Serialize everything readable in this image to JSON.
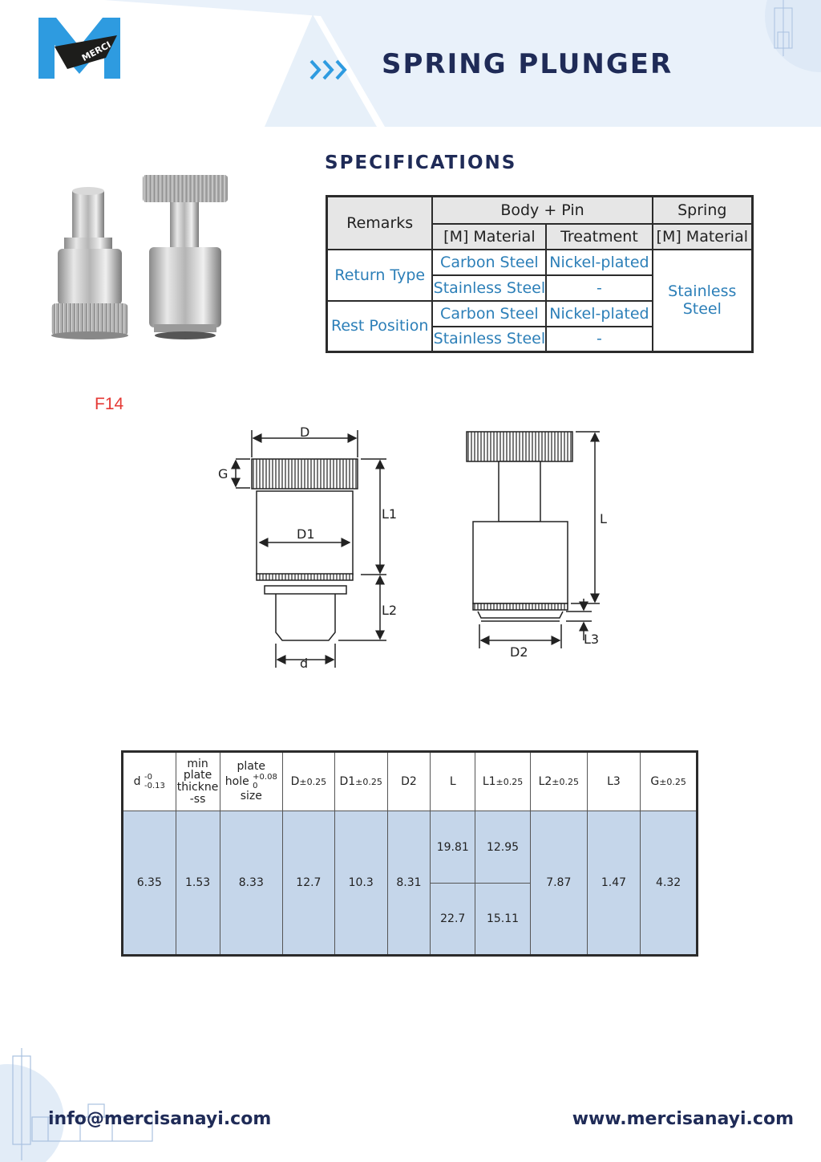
{
  "header": {
    "title": "SPRING PLUNGER",
    "logo_text": "MERCI",
    "band_color": "#e9f1fa",
    "title_color": "#1f2b57"
  },
  "specs": {
    "heading": "SPECIFICATIONS",
    "header_row1": {
      "remarks": "Remarks",
      "body_pin": "Body + Pin",
      "spring": "Spring"
    },
    "header_row2": {
      "material": "[M] Material",
      "treatment": "Treatment",
      "spring_material": "[M] Material"
    },
    "rows": [
      {
        "remark": "Return Type",
        "material": "Carbon Steel",
        "treatment": "Nickel-plated"
      },
      {
        "remark": "",
        "material": "Stainless Steel",
        "treatment": "-"
      },
      {
        "remark": "Rest Position",
        "material": "Carbon Steel",
        "treatment": "Nickel-plated"
      },
      {
        "remark": "",
        "material": "Stainless Steel",
        "treatment": "-"
      }
    ],
    "spring_material_line1": "Stainless",
    "spring_material_line2": "Steel",
    "value_color": "#2c7fb8"
  },
  "model_code": "F14",
  "drawing_labels": {
    "D": "D",
    "G": "G",
    "D1": "D1",
    "L1": "L1",
    "L2": "L2",
    "d": "d",
    "L": "L",
    "D2": "D2",
    "L3": "L3"
  },
  "dimensions": {
    "headers": {
      "d": "d",
      "d_tol_upper": "-0",
      "d_tol_lower": "-0.13",
      "min_plate_1": "min",
      "min_plate_2": "plate",
      "min_plate_3": "thickne",
      "min_plate_4": "-ss",
      "hole_1": "plate",
      "hole_2": "hole",
      "hole_3": "size",
      "hole_tol_upper": "+0.08",
      "hole_tol_lower": "0",
      "D": "D",
      "D_tol": "±0.25",
      "D1": "D1",
      "D1_tol": "±0.25",
      "D2": "D2",
      "L": "L",
      "L1": "L1",
      "L1_tol": "±0.25",
      "L2": "L2",
      "L2_tol": "±0.25",
      "L3": "L3",
      "G": "G",
      "G_tol": "±0.25"
    },
    "values": {
      "d": "6.35",
      "min_plate": "1.53",
      "hole": "8.33",
      "D": "12.7",
      "D1": "10.3",
      "D2": "8.31",
      "L_a": "19.81",
      "L1_a": "12.95",
      "L_b": "22.7",
      "L1_b": "15.11",
      "L2": "7.87",
      "L3": "1.47",
      "G": "4.32"
    },
    "cell_color": "#c5d6ea"
  },
  "footer": {
    "email": "info@mercisanayi.com",
    "website": "www.mercisanayi.com"
  }
}
